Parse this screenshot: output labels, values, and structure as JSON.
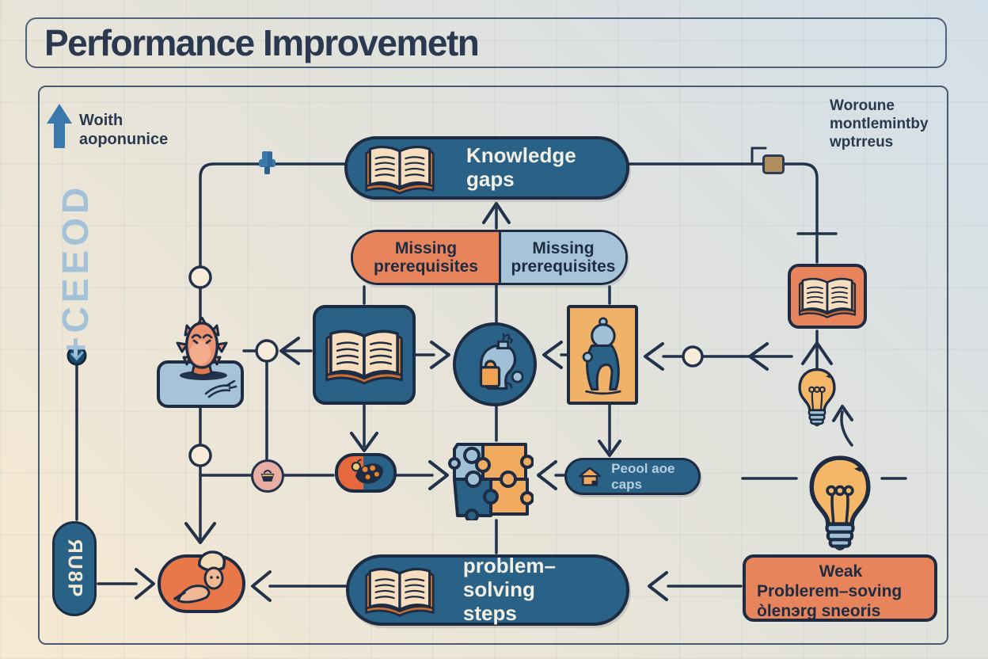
{
  "title": "Performance Improvemetn",
  "annotations": {
    "top_left": {
      "line1": "Woith",
      "line2": "aoponunice"
    },
    "top_right": {
      "line1": "Woroune",
      "line2": "montlemintby",
      "line3": "wptrreus"
    },
    "left_vertical_text": "+CEEOD",
    "left_pill_text": "ЯU8P"
  },
  "nodes": {
    "knowledge_gaps": {
      "line1": "Knowledge",
      "line2": "gaps"
    },
    "missing_prerequisites_left": {
      "line1": "Missing",
      "line2": "prerequisites"
    },
    "missing_prerequisites_right": {
      "line1": "Missing",
      "line2": "prerequisites"
    },
    "people_caps": {
      "label": "Peool aoe caps"
    },
    "problem_solving": {
      "line1": "problem– solving",
      "line2": "steps"
    },
    "weak_problem_solving": {
      "line1": "Weak",
      "line2": "Problerem–soving",
      "line3": "òlenэrg sneoris"
    }
  },
  "icons": {
    "book": "open-book-icon",
    "lightbulb_small": "lightbulb-icon",
    "lightbulb_large": "lightbulb-icon",
    "puzzle": "jigsaw-puzzle-icon",
    "head_puzzle": "head-puzzle-icon",
    "person": "person-back-icon",
    "spiky_creature": "spiky-creature-icon",
    "blob_person": "reclining-person-icon",
    "butterfly": "butterfly-creature-icon",
    "house": "house-icon",
    "cup": "basket-icon",
    "pushpin": "pushpin-icon",
    "plug": "plug-connector-icon",
    "up_arrow": "up-arrow-icon",
    "dot_marker": "dot-marker-icon"
  },
  "colors": {
    "background_top_right": "#d3dfe9",
    "background_bottom_left": "#f6e9d2",
    "node_blue": "#2a6287",
    "node_orange": "#e8845c",
    "node_light_blue": "#a7c3d8",
    "node_light_orange": "#f0b169",
    "outline": "#1d2c42",
    "text_dark": "#2b3950",
    "text_cream": "#f3efe2",
    "accent_blue": "#3b79ad",
    "vertical_text_blue": "#a3c2d8"
  }
}
